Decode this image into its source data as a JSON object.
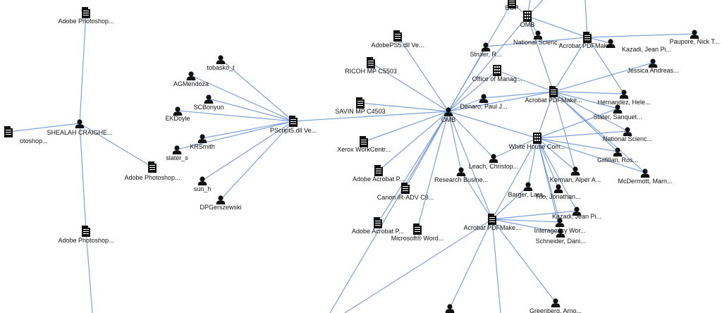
{
  "graph": {
    "colors": {
      "edge": "#6f97d9",
      "icon": "#111111",
      "label": "#111111"
    },
    "icon_types": {
      "person": "person-icon",
      "document": "document-icon",
      "building": "building-icon"
    },
    "nodes": [
      {
        "id": "n1",
        "type": "document",
        "label": "Adobe Photoshop..."
      },
      {
        "id": "n2",
        "type": "person",
        "label": "SHEALAH CRAIGHE..."
      },
      {
        "id": "n3",
        "type": "document",
        "label": "otoshop..."
      },
      {
        "id": "n4",
        "type": "document",
        "label": "Adobe Photoshop..."
      },
      {
        "id": "n5",
        "type": "document",
        "label": "Adobe Photoshop..."
      },
      {
        "id": "n6",
        "type": "person",
        "label": "tobasko_t"
      },
      {
        "id": "n7",
        "type": "person",
        "label": "AGMendoza"
      },
      {
        "id": "n8",
        "type": "person",
        "label": "SCBonyun"
      },
      {
        "id": "n9",
        "type": "person",
        "label": "EKDoyle"
      },
      {
        "id": "n10",
        "type": "document",
        "label": "PScript5.dll Ve..."
      },
      {
        "id": "n11",
        "type": "person",
        "label": "KRSmith"
      },
      {
        "id": "n12",
        "type": "person",
        "label": "slater_s"
      },
      {
        "id": "n13",
        "type": "person",
        "label": "sun_h"
      },
      {
        "id": "n14",
        "type": "person",
        "label": "DPGerszewski"
      },
      {
        "id": "n15",
        "type": "document",
        "label": "AdobePS5.dll Ve..."
      },
      {
        "id": "n16",
        "type": "document",
        "label": "RICOH MP C5503"
      },
      {
        "id": "n17",
        "type": "document",
        "label": "SAVIN MP C4503"
      },
      {
        "id": "n18",
        "type": "person",
        "label": "OMB"
      },
      {
        "id": "n19",
        "type": "document",
        "label": "Xerox WorkCentr..."
      },
      {
        "id": "n20",
        "type": "document",
        "label": "Adobe Acrobat P..."
      },
      {
        "id": "n21",
        "type": "document",
        "label": "Canon iR-ADV C9..."
      },
      {
        "id": "n22",
        "type": "document",
        "label": "Adobe Acrobat P..."
      },
      {
        "id": "n23",
        "type": "document",
        "label": "Microsoft® Word..."
      },
      {
        "id": "n24",
        "type": "document",
        "label": "EOP"
      },
      {
        "id": "n25",
        "type": "building",
        "label": "OMB"
      },
      {
        "id": "n26",
        "type": "person",
        "label": "Struler, R..."
      },
      {
        "id": "n27",
        "type": "person",
        "label": "National Scienc..."
      },
      {
        "id": "n28",
        "type": "document",
        "label": "Acrobat PDFMake..."
      },
      {
        "id": "n29",
        "type": "person",
        "label": "Kazadi, Jean Pi..."
      },
      {
        "id": "n30",
        "type": "person",
        "label": "Paupore, Nick T..."
      },
      {
        "id": "n31",
        "type": "person",
        "label": "Jessica Andreas..."
      },
      {
        "id": "n32",
        "type": "building",
        "label": "Office of Manag..."
      },
      {
        "id": "n33",
        "type": "document",
        "label": "Acrobat PDFMake..."
      },
      {
        "id": "n34",
        "type": "person",
        "label": "Denaro, Paul J..."
      },
      {
        "id": "n35",
        "type": "person",
        "label": "Hernandez, Hele..."
      },
      {
        "id": "n36",
        "type": "person",
        "label": "Slater, Sanquet..."
      },
      {
        "id": "n37",
        "type": "building",
        "label": "White House Com..."
      },
      {
        "id": "n38",
        "type": "person",
        "label": "National Scienc..."
      },
      {
        "id": "n39",
        "type": "person",
        "label": "Gilfillan, Ros..."
      },
      {
        "id": "n40",
        "type": "person",
        "label": "McDermott, Marn..."
      },
      {
        "id": "n41",
        "type": "person",
        "label": "Leach, Christop..."
      },
      {
        "id": "n42",
        "type": "person",
        "label": "Research Busine..."
      },
      {
        "id": "n43",
        "type": "person",
        "label": "Kerman, Alper A..."
      },
      {
        "id": "n44",
        "type": "person",
        "label": "Barger, Lara..."
      },
      {
        "id": "n45",
        "type": "person",
        "label": "Rio, Jonathan..."
      },
      {
        "id": "n46",
        "type": "person",
        "label": "Kazadi, Jean Pi..."
      },
      {
        "id": "n47",
        "type": "document",
        "label": "Acrobat PDFMake..."
      },
      {
        "id": "n48",
        "type": "person",
        "label": "Interagency Wor..."
      },
      {
        "id": "n49",
        "type": "person",
        "label": "Schneider, Dani..."
      },
      {
        "id": "n50",
        "type": "person",
        "label": "Greenberg, Arno..."
      },
      {
        "id": "n51",
        "type": "person",
        "label": ""
      }
    ],
    "edges": [
      [
        "n1",
        "n2"
      ],
      [
        "n2",
        "n3"
      ],
      [
        "n2",
        "n4"
      ],
      [
        "n2",
        "n5"
      ],
      [
        "n6",
        "n10"
      ],
      [
        "n7",
        "n10"
      ],
      [
        "n8",
        "n10"
      ],
      [
        "n9",
        "n10"
      ],
      [
        "n11",
        "n10"
      ],
      [
        "n12",
        "n10"
      ],
      [
        "n13",
        "n10"
      ],
      [
        "n14",
        "n10"
      ],
      [
        "n10",
        "n18"
      ],
      [
        "n15",
        "n18"
      ],
      [
        "n16",
        "n18"
      ],
      [
        "n17",
        "n18"
      ],
      [
        "n19",
        "n18"
      ],
      [
        "n20",
        "n18"
      ],
      [
        "n21",
        "n18"
      ],
      [
        "n22",
        "n18"
      ],
      [
        "n23",
        "n18"
      ],
      [
        "n18",
        "n24"
      ],
      [
        "n18",
        "n25"
      ],
      [
        "n18",
        "n26"
      ],
      [
        "n18",
        "n32"
      ],
      [
        "n18",
        "n33"
      ],
      [
        "n18",
        "n34"
      ],
      [
        "n18",
        "n37"
      ],
      [
        "n18",
        "n41"
      ],
      [
        "n18",
        "n42"
      ],
      [
        "n18",
        "n47"
      ],
      [
        "n24",
        "n25"
      ],
      [
        "n25",
        "n28"
      ],
      [
        "n25",
        "n27"
      ],
      [
        "n25",
        "n33"
      ],
      [
        "n26",
        "n28"
      ],
      [
        "n28",
        "n29"
      ],
      [
        "n28",
        "n30"
      ],
      [
        "n28",
        "n33"
      ],
      [
        "n28",
        "n35"
      ],
      [
        "n33",
        "n31"
      ],
      [
        "n33",
        "n35"
      ],
      [
        "n33",
        "n36"
      ],
      [
        "n33",
        "n37"
      ],
      [
        "n33",
        "n38"
      ],
      [
        "n33",
        "n39"
      ],
      [
        "n33",
        "n40"
      ],
      [
        "n33",
        "n43"
      ],
      [
        "n33",
        "n32"
      ],
      [
        "n33",
        "n34"
      ],
      [
        "n37",
        "n36"
      ],
      [
        "n37",
        "n38"
      ],
      [
        "n37",
        "n39"
      ],
      [
        "n37",
        "n40"
      ],
      [
        "n37",
        "n41"
      ],
      [
        "n37",
        "n43"
      ],
      [
        "n37",
        "n44"
      ],
      [
        "n37",
        "n45"
      ],
      [
        "n37",
        "n46"
      ],
      [
        "n37",
        "n47"
      ],
      [
        "n37",
        "n48"
      ],
      [
        "n37",
        "n49"
      ],
      [
        "n47",
        "n46"
      ],
      [
        "n47",
        "n48"
      ],
      [
        "n47",
        "n49"
      ],
      [
        "n47",
        "n50"
      ],
      [
        "n47",
        "n44"
      ],
      [
        "n47",
        "n51"
      ],
      [
        "n47",
        "n42"
      ]
    ]
  }
}
